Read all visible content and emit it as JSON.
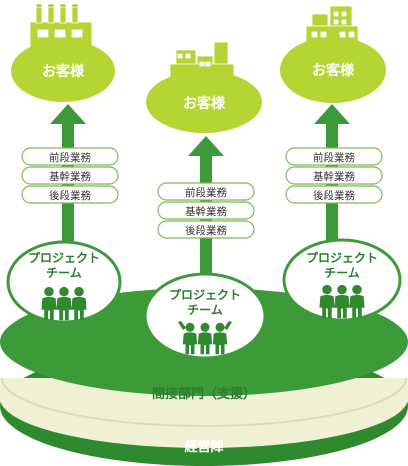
{
  "customers": [
    {
      "label": "お客様",
      "icon": "factory-icon"
    },
    {
      "label": "お客様",
      "icon": "power-plant-icon"
    },
    {
      "label": "お客様",
      "icon": "office-building-icon"
    }
  ],
  "stages": [
    {
      "items": [
        "前段業務",
        "基幹業務",
        "後段業務"
      ]
    },
    {
      "items": [
        "前段業務",
        "基幹業務",
        "後段業務"
      ]
    },
    {
      "items": [
        "前段業務",
        "基幹業務",
        "後段業務"
      ]
    }
  ],
  "teams": [
    {
      "line1": "プロジェクト",
      "line2": "チーム",
      "icon": "team-people-icon"
    },
    {
      "line1": "プロジェクト",
      "line2": "チーム",
      "icon": "team-people-cheering-icon"
    },
    {
      "line1": "プロジェクト",
      "line2": "チーム",
      "icon": "team-people-icon"
    }
  ],
  "base": {
    "indirect_label": "間接部門（支援）",
    "management_label": "経営陣"
  },
  "colors": {
    "dark_green": "#3c9a39",
    "light_green": "#b5d534",
    "cream": "#f0f0d4",
    "text_green": "#2b7e2c"
  }
}
